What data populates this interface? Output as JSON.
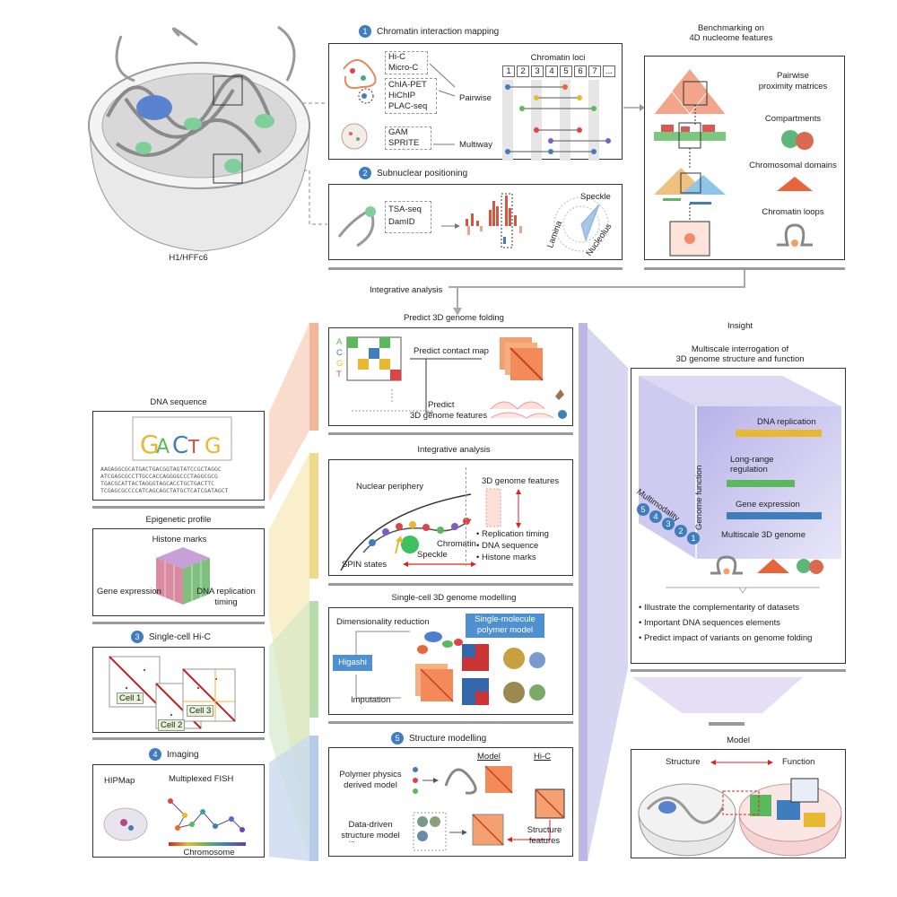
{
  "cell_label": "H1/HFFc6",
  "section1": {
    "num": "1",
    "title": "Chromatin interaction mapping"
  },
  "methods_a": [
    "Hi-C",
    "Micro-C"
  ],
  "methods_b": [
    "ChIA-PET",
    "HiChIP",
    "PLAC-seq"
  ],
  "methods_c": [
    "GAM",
    "SPRITE"
  ],
  "pairwise": "Pairwise",
  "multiway": "Multiway",
  "chromatin_loci": "Chromatin loci",
  "loci_ticks": [
    "1",
    "2",
    "3",
    "4",
    "5",
    "6",
    "7",
    "..."
  ],
  "section2": {
    "num": "2",
    "title": "Subnuclear positioning"
  },
  "methods_d": [
    "TSA-seq",
    "DamID"
  ],
  "speckle": "Speckle",
  "lamina": "Lamina",
  "nucleolus": "Nucleolus",
  "benchmark_title": [
    "Benchmarking on",
    "4D nucleome features"
  ],
  "bench_features": [
    "Pairwise",
    "proximity matrices",
    "Compartments",
    "Chromosomal domains",
    "Chromatin loops"
  ],
  "integrative_top": "Integrative analysis",
  "predict_title": "Predict 3D genome folding",
  "predict_contact": "Predict contact map",
  "predict_features": [
    "Predict",
    "3D genome features"
  ],
  "acgt": [
    "A",
    "C",
    "G",
    "T"
  ],
  "dna_seq_title": "DNA sequence",
  "dna_lines": [
    "AAGAGGCGCATGACTGACGGTAGTATCCGCTAGGC",
    "ATCGAGCGCCTTGCCACCAGGGGCCCTAGGCGCG",
    "TGACGCATTACTAGGGTAGCACCTGCTGACTTC",
    "TCGAGCGCCCCATCAGCAGCTATGCTCATCGATAGCT"
  ],
  "epi_title": "Epigenetic profile",
  "histone": "Histone marks",
  "gene_expr": "Gene expression",
  "dna_rep_timing": [
    "DNA replication",
    "timing"
  ],
  "section3": {
    "num": "3",
    "title": "Single-cell Hi-C"
  },
  "cells": [
    "Cell 1",
    "Cell 2",
    "Cell 3"
  ],
  "section4": {
    "num": "4",
    "title": "Imaging"
  },
  "hipmap": "HIPMap",
  "mfish": "Multiplexed FISH",
  "chromosome": "Chromosome",
  "integ_mid_title": "Integrative analysis",
  "nuclear_periphery": "Nuclear periphery",
  "chromatin": "Chromatin",
  "speckle2": "Speckle",
  "spin_states": "SPIN states",
  "feat3d": "3D genome features",
  "feat_list": [
    "Replication timing",
    "DNA sequence",
    "Histone marks"
  ],
  "sc_title": "Single-cell 3D genome modelling",
  "dim_red": "Dimensionality reduction",
  "higashi": "Higashi",
  "imputation": "Imputation",
  "single_mol": [
    "Single-molecule",
    "polymer model"
  ],
  "section5": {
    "num": "5",
    "title": "Structure modelling"
  },
  "model_lbl": "Model",
  "hic_lbl": "Hi-C",
  "poly_phys": [
    "Polymer physics",
    "derived model"
  ],
  "data_driven": [
    "Data-driven",
    "structure model"
  ],
  "struct_feat": [
    "Structure",
    "features"
  ],
  "insight": "Insight",
  "multiscale_title": [
    "Multiscale interrogation of",
    "3D genome structure and function"
  ],
  "genome_function": "Genome function",
  "dna_replication": "DNA replication",
  "long_range": [
    "Long-range",
    "regulation"
  ],
  "gene_expression": "Gene expression",
  "multiscale_3d": "Multiscale 3D genome",
  "multimodality": "Multimodality",
  "modality_nums": [
    "5",
    "4",
    "3",
    "2",
    "1"
  ],
  "insight_bullets": [
    "Illustrate the complementarity of datasets",
    "Important DNA sequences elements",
    "Predict impact of variants on genome folding"
  ],
  "model_title": "Model",
  "structure": "Structure",
  "function": "Function",
  "colors": {
    "accent": "#3f7dbf",
    "orange": "#e8643a",
    "green": "#5cb85c",
    "purple": "#9a8fd0",
    "yellow": "#e8b830"
  }
}
